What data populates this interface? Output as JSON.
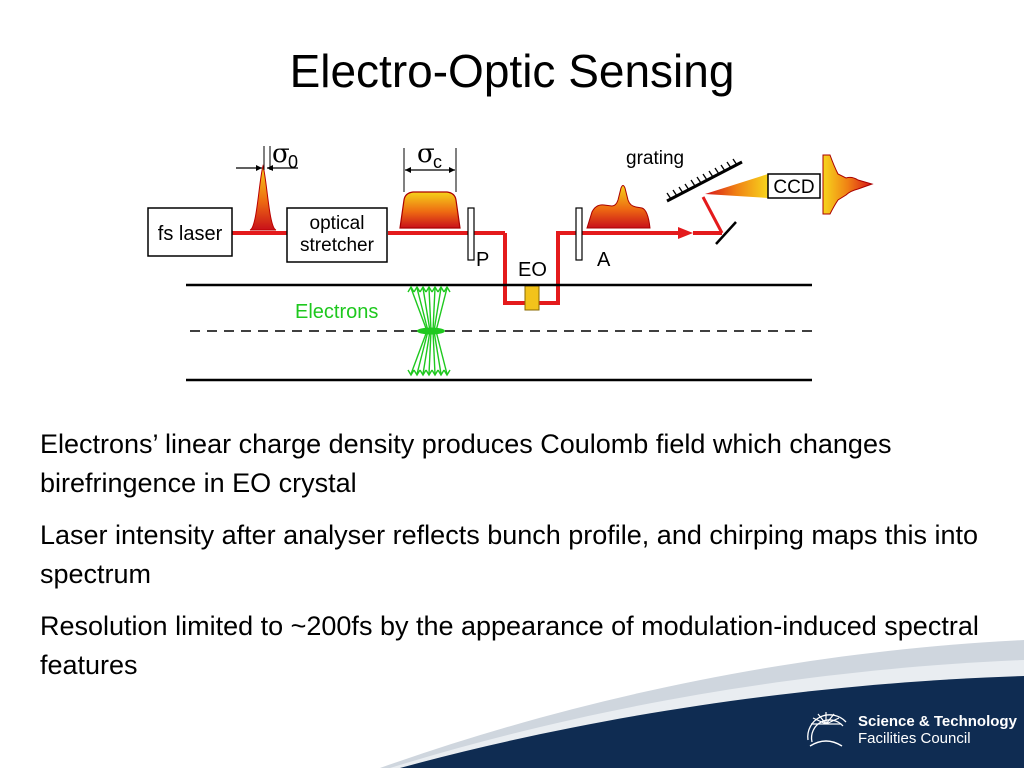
{
  "slide": {
    "title": "Electro-Optic Sensing",
    "bullets": [
      "Electrons’ linear charge density produces Coulomb field which changes birefringence in EO crystal",
      "Laser intensity after analyser reflects bunch profile, and chirping maps this into spectrum",
      "Resolution limited to ~200fs by the appearance of modulation-induced spectral features"
    ]
  },
  "diagram": {
    "fs_laser": "fs laser",
    "stretcher_line1": "optical",
    "stretcher_line2": "stretcher",
    "sigma0_symbol": "σ",
    "sigma0_sub": "0",
    "sigmac_symbol": "σ",
    "sigmac_sub": "c",
    "grating": "grating",
    "ccd": "CCD",
    "polariser": "P",
    "eo": "EO",
    "analyser": "A",
    "electrons": "Electrons"
  },
  "logo": {
    "line1": "Science & Technology",
    "line2": "Facilities Council"
  },
  "colors": {
    "beam": "#e41a1c",
    "electrons": "#1ec81e",
    "footer_navy": "#0f2c52",
    "crystal": "#f2c31b"
  }
}
